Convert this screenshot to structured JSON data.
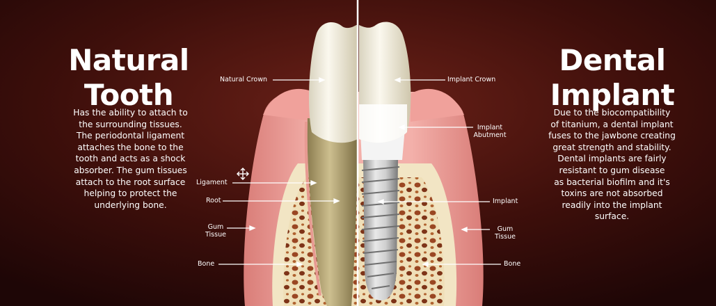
{
  "colors": {
    "background_dark": "#260808",
    "background_mid": "#5a1a14",
    "gum": "#f1a7a2",
    "bone": "#efe0bd",
    "marrow": "#8a3b1f",
    "divider": "#ffffff",
    "text": "#ffffff"
  },
  "natural": {
    "title_lines": [
      "Natural",
      "Tooth"
    ],
    "description_lines": [
      "Has the ability to attach to",
      "the surrounding tissues.",
      "The periodontal ligament",
      "attaches the bone to the",
      "tooth and acts as a shock",
      "absorber. The gum tissues",
      "attach to the root surface",
      "helping to protect the",
      "underlying bone."
    ],
    "labels": {
      "crown": "Natural Crown",
      "ligament": "Ligament",
      "root": "Root",
      "gum_lines": [
        "Gum",
        "Tissue"
      ],
      "bone": "Bone"
    }
  },
  "implant": {
    "title_lines": [
      "Dental",
      "Implant"
    ],
    "description_lines": [
      "Due to the biocompatibility",
      "of titanium, a dental implant",
      "fuses to the jawbone creating",
      "great strength and stability.",
      "Dental implants are fairly",
      "resistant to gum disease",
      "as bacterial biofilm and it's",
      "toxins are not absorbed",
      "readily into the implant",
      "surface."
    ],
    "labels": {
      "crown": "Implant Crown",
      "abutment_lines": [
        "Implant",
        "Abutment"
      ],
      "implant": "Implant",
      "gum_lines": [
        "Gum",
        "Tissue"
      ],
      "bone": "Bone"
    }
  }
}
